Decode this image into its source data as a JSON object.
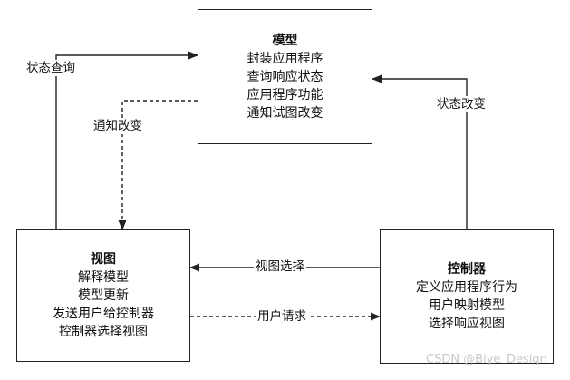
{
  "nodes": {
    "model": {
      "title": "模型",
      "lines": [
        "封装应用程序",
        "查询响应状态",
        "应用程序功能",
        "通知试图改变"
      ]
    },
    "view": {
      "title": "视图",
      "lines": [
        "解释模型",
        "模型更新",
        "发送用户给控制器",
        "控制器选择视图"
      ]
    },
    "controller": {
      "title": "控制器",
      "lines": [
        "定义应用程序行为",
        "用户映射模型",
        "选择响应视图"
      ]
    }
  },
  "edges": [
    {
      "from": "view",
      "to": "model",
      "label": "状态查询",
      "style": "solid"
    },
    {
      "from": "model",
      "to": "view",
      "label": "通知改变",
      "style": "dashed"
    },
    {
      "from": "controller",
      "to": "model",
      "label": "状态改变",
      "style": "solid"
    },
    {
      "from": "controller",
      "to": "view",
      "label": "视图选择",
      "style": "solid"
    },
    {
      "from": "view",
      "to": "controller",
      "label": "用户请求",
      "style": "dashed"
    }
  ],
  "watermark": "CSDN @Biye_Design",
  "colors": {
    "line": "#222222",
    "background": "#ffffff",
    "watermark": "#c8c8c8"
  }
}
